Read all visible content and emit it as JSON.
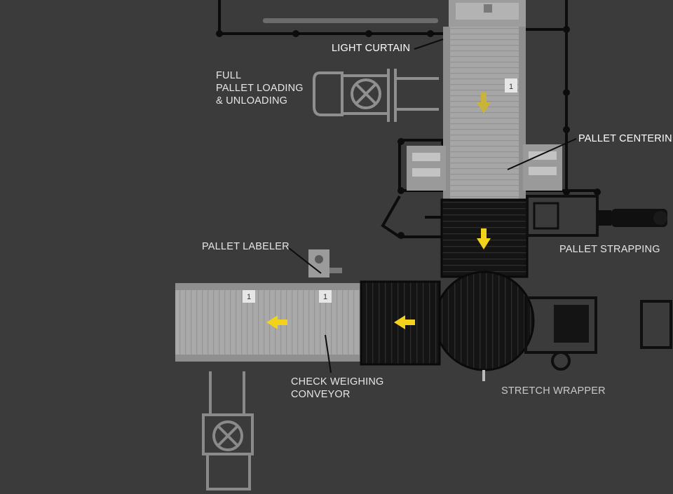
{
  "labels": {
    "light_curtain": "LIGHT CURTAIN",
    "full_pallet": "FULL\nPALLET LOADING\n& UNLOADING",
    "pallet_centering": "PALLET CENTERIN",
    "pallet_strapping": "PALLET STRAPPING",
    "pallet_labeler": "PALLET LABELER",
    "check_weighing": "CHECK WEIGHING\nCONVEYOR",
    "stretch_wrapper": "STRETCH WRAPPER"
  },
  "badges": {
    "upper_conveyor": "1",
    "lower_left_1": "1",
    "lower_left_2": "1"
  },
  "colors": {
    "background": "#3b3b3b",
    "light_equipment": "#a7a7a7",
    "dark_equipment": "#151515",
    "frame_line": "#0c0c0c",
    "flow_arrow": "#f2d21b",
    "flow_arrow_muted": "#c9b33a"
  },
  "icons": {
    "flow_direction": "arrow-icon",
    "forklift": "forklift-icon",
    "turntable": "turntable-icon"
  }
}
